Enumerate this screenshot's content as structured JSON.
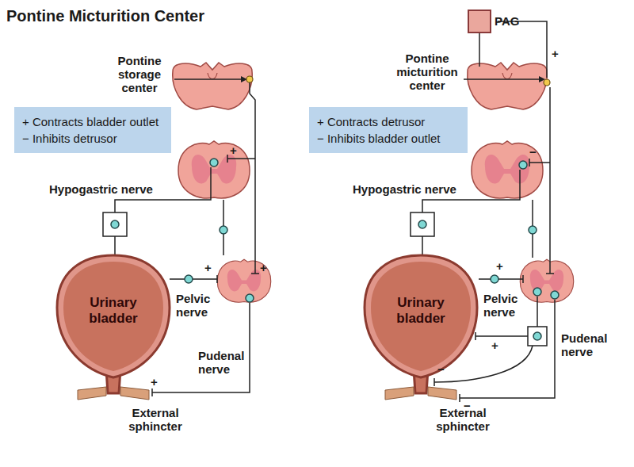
{
  "diagram": {
    "title": "Pontine Micturition Center",
    "nodes": [
      {
        "text": [
          "+ Contracts bladder outlet",
          "− Inhibits detrusor"
        ]
      },
      {
        "text": [
          "Urinary bladder"
        ]
      },
      {
        "text": [
          "PAG"
        ]
      },
      {
        "text": [
          "+ Contracts detrusor",
          "− Inhibits bladder outlet"
        ]
      },
      {
        "text": [
          "Urinary bladder"
        ]
      }
    ],
    "labels": [
      "Pontine storage center",
      "Hypogastric nerve",
      "Pelvic nerve",
      "Pudenal nerve",
      "External sphincter",
      "+",
      "+",
      "+",
      "+",
      "+",
      "−",
      "+",
      "+",
      "−",
      "−",
      "Pontine micturition center",
      "Hypogastric nerve",
      "Pelvic nerve",
      "Pudenal nerve",
      "External sphincter"
    ]
  }
}
